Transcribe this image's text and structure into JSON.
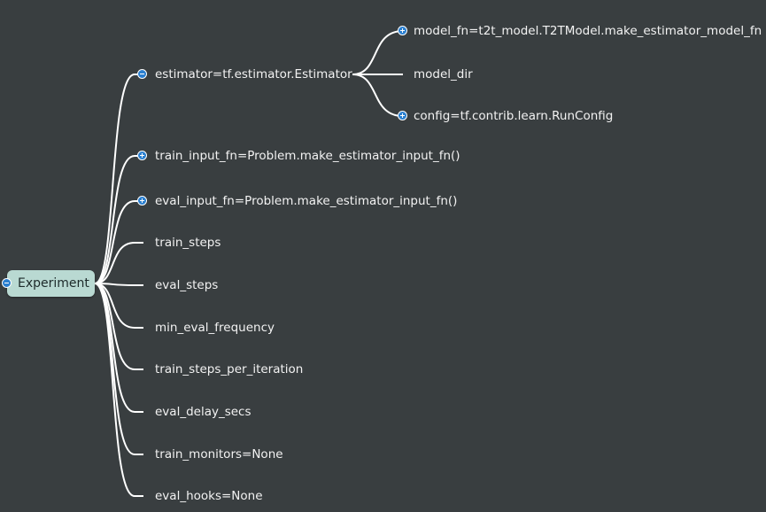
{
  "root": {
    "label": "Experiment",
    "toggle": "minus"
  },
  "nodes": [
    {
      "label": "estimator=tf.estimator.Estimator",
      "toggle": "minus"
    },
    {
      "label": "train_input_fn=Problem.make_estimator_input_fn()",
      "toggle": "plus"
    },
    {
      "label": "eval_input_fn=Problem.make_estimator_input_fn()",
      "toggle": "plus"
    },
    {
      "label": "train_steps"
    },
    {
      "label": "eval_steps"
    },
    {
      "label": "min_eval_frequency"
    },
    {
      "label": "train_steps_per_iteration"
    },
    {
      "label": "eval_delay_secs"
    },
    {
      "label": "train_monitors=None"
    },
    {
      "label": "eval_hooks=None"
    }
  ],
  "estimator_children": [
    {
      "label": "model_fn=t2t_model.T2TModel.make_estimator_model_fn",
      "toggle": "plus"
    },
    {
      "label": "model_dir"
    },
    {
      "label": "config=tf.contrib.learn.RunConfig",
      "toggle": "plus"
    }
  ]
}
